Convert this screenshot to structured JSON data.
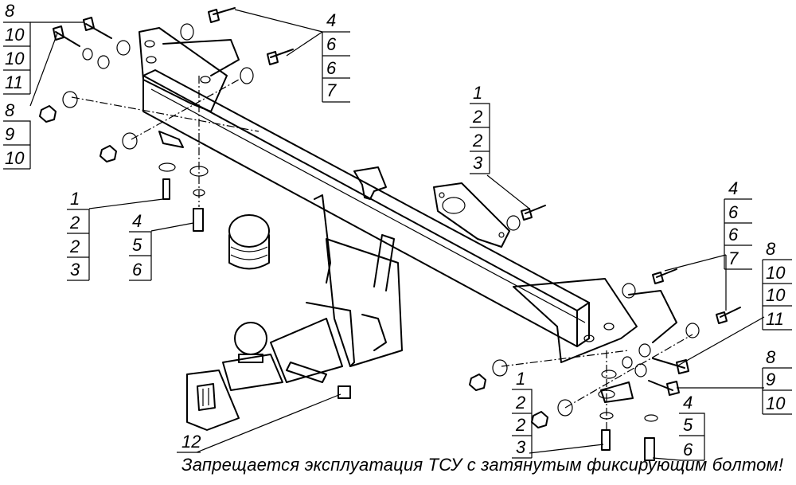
{
  "warning_text": "Запрещается эксплуатация ТСУ с затянутым фиксирующим болтом!",
  "callouts": [
    {
      "id": "tl",
      "labels": [
        "8",
        "10",
        "10",
        "11"
      ]
    },
    {
      "id": "tl2",
      "labels": [
        "8",
        "9",
        "10"
      ]
    },
    {
      "id": "tc",
      "labels": [
        "4",
        "6",
        "6",
        "7"
      ]
    },
    {
      "id": "cr",
      "labels": [
        "1",
        "2",
        "2",
        "3"
      ]
    },
    {
      "id": "ml",
      "labels": [
        "1",
        "2",
        "2",
        "3"
      ]
    },
    {
      "id": "ml2",
      "labels": [
        "4",
        "5",
        "6"
      ]
    },
    {
      "id": "r1",
      "labels": [
        "4",
        "6",
        "6",
        "7"
      ]
    },
    {
      "id": "r2",
      "labels": [
        "8",
        "10",
        "10",
        "11"
      ]
    },
    {
      "id": "r3",
      "labels": [
        "8",
        "9",
        "10"
      ]
    },
    {
      "id": "bc",
      "labels": [
        "1",
        "2",
        "2",
        "3"
      ]
    },
    {
      "id": "bc2",
      "labels": [
        "4",
        "5",
        "6"
      ]
    },
    {
      "id": "b12",
      "labels": [
        "12"
      ]
    }
  ]
}
